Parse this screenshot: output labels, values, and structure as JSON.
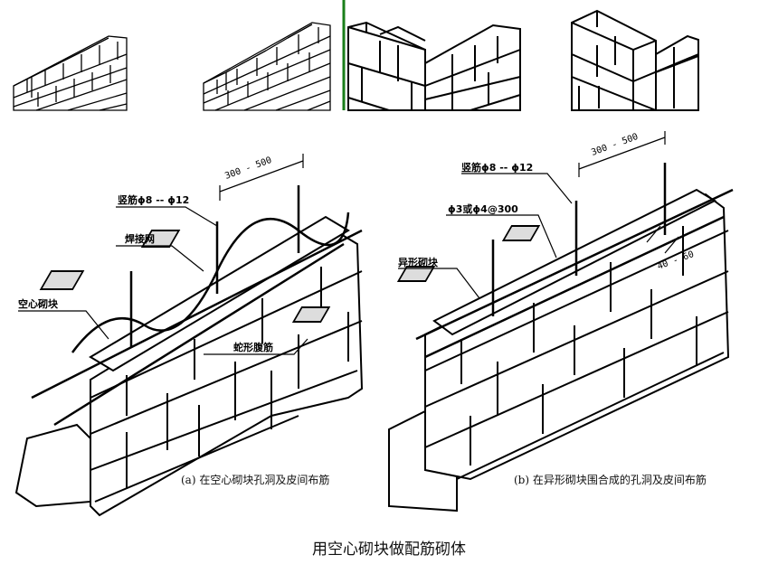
{
  "panel_a": {
    "caption": "(a) 在空心砌块孔洞及皮间布筋",
    "labels": {
      "vertical_bar": "竖筋ϕ8 -- ϕ12",
      "dimension": "300 - 500",
      "welded_mesh": "焊接网",
      "hollow_block": "空心砌块",
      "serpentine_bar": "蛇形腹筋"
    }
  },
  "panel_b": {
    "caption": "(b) 在异形砌块围合成的孔洞及皮间布筋",
    "labels": {
      "dimension": "300 - 500",
      "vertical_bar": "竖筋ϕ8 -- ϕ12",
      "spacing_bar": "ϕ3或ϕ4@300",
      "special_block": "异形砌块",
      "gap": "40 - 60"
    }
  },
  "title": "用空心砌块做配筋砌体",
  "colors": {
    "divider": "#1a7f1a",
    "ink": "#000000"
  }
}
